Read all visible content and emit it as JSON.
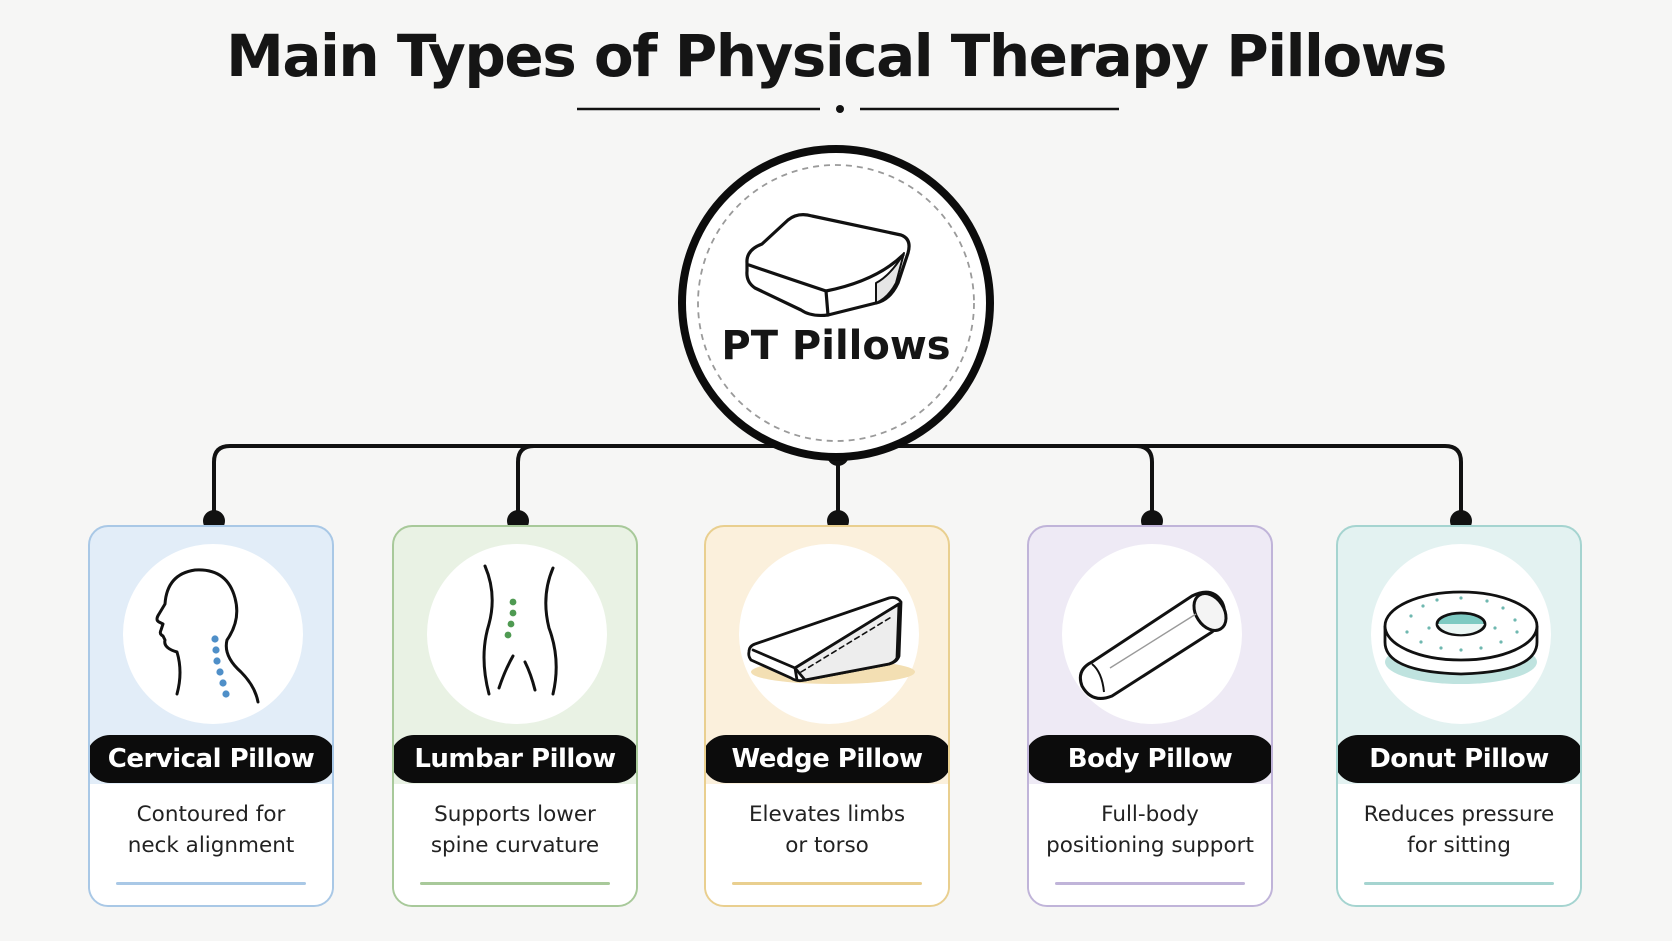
{
  "title": "Main Types of Physical Therapy Pillows",
  "center": {
    "label": "PT Pillows",
    "icon": "wedge-pillow-icon"
  },
  "cards": [
    {
      "label": "Cervical Pillow",
      "desc": [
        "Contoured for",
        "neck alignment"
      ],
      "icon": "head-neck-spine-icon",
      "color": "#a9c8e6",
      "tint": "#e2edf8"
    },
    {
      "label": "Lumbar Pillow",
      "desc": [
        "Supports lower",
        "spine curvature"
      ],
      "icon": "lower-back-icon",
      "color": "#a8c99a",
      "tint": "#e9f2e4"
    },
    {
      "label": "Wedge Pillow",
      "desc": [
        "Elevates limbs",
        "or torso"
      ],
      "icon": "wedge-pillow-icon",
      "color": "#e9cf8f",
      "tint": "#fbf0dc"
    },
    {
      "label": "Body Pillow",
      "desc": [
        "Full-body",
        "positioning support"
      ],
      "icon": "body-pillow-icon",
      "color": "#c0b4d9",
      "tint": "#eeeaf5"
    },
    {
      "label": "Donut Pillow",
      "desc": [
        "Reduces pressure",
        "for sitting"
      ],
      "icon": "donut-pillow-icon",
      "color": "#a5d4d0",
      "tint": "#e3f2f1"
    }
  ]
}
